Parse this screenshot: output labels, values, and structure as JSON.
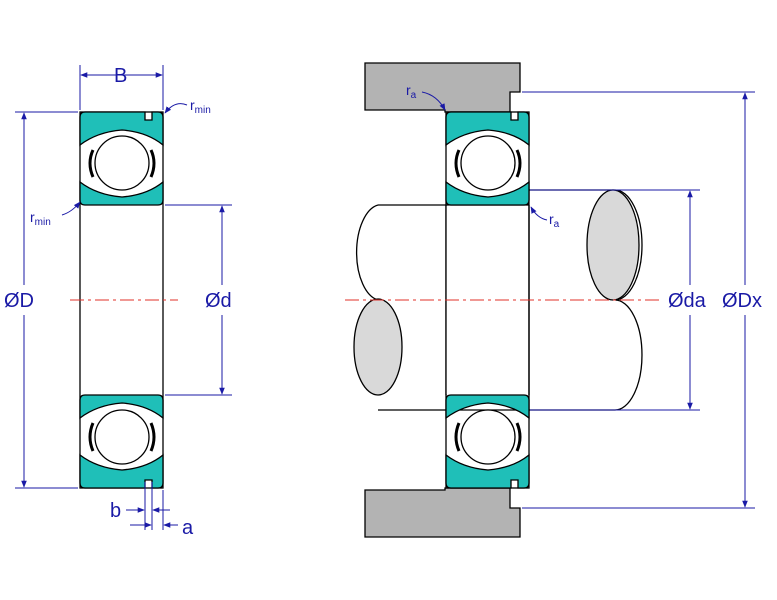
{
  "labels": {
    "B": "B",
    "r_min_top_main": "r",
    "r_min_top_sub": "min",
    "r_min_left_main": "r",
    "r_min_left_sub": "min",
    "OD": "ØD",
    "Od": "Ød",
    "b": "b",
    "a": "a",
    "r_a_top_main": "r",
    "r_a_top_sub": "a",
    "r_a_right_main": "r",
    "r_a_right_sub": "a",
    "Oda": "Øda",
    "ODx": "ØDx"
  },
  "colors": {
    "dimension": "#1a1aa6",
    "ring_fill": "#1fbfb8",
    "housing_fill": "#b3b3b3",
    "shaft_end_fill": "#d9d9d9",
    "centerline": "#e0302a",
    "outline": "#000000"
  }
}
